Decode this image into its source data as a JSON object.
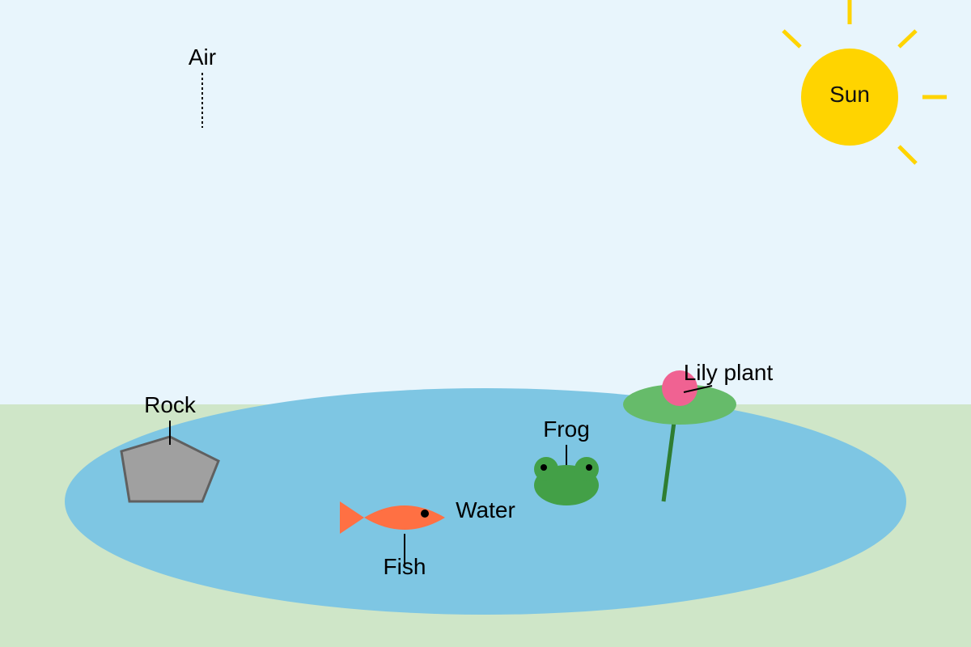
{
  "colors": {
    "sky": "#E8F5FC",
    "ground": "#CFE6C8",
    "water": "#7EC6E3",
    "sun": "#FFD400",
    "rock_fill": "#A0A0A0",
    "rock_stroke": "#606060",
    "fish": "#FF7043",
    "frog": "#43A047",
    "lily_pad": "#66BB6A",
    "lily_stem": "#2E7D32",
    "lily_flower": "#F06292"
  },
  "labels": {
    "sun": "Sun",
    "air": "Air",
    "rock": "Rock",
    "fish": "Fish",
    "water": "Water",
    "frog": "Frog",
    "lily_plant": "Lily plant"
  }
}
